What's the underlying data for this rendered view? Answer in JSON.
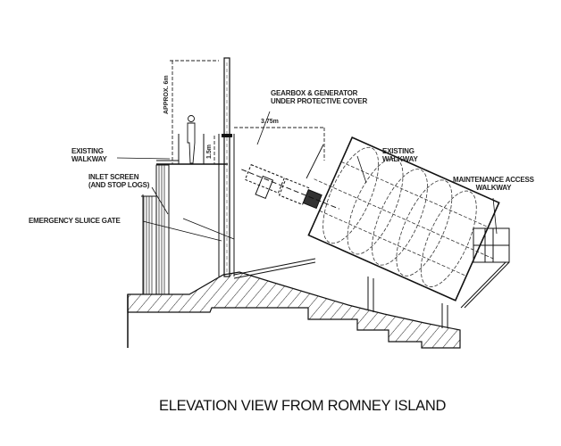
{
  "drawing": {
    "title": "ELEVATION VIEW FROM ROMNEY ISLAND",
    "labels": {
      "gearbox": [
        "GEARBOX & GENERATOR",
        "UNDER PROTECTIVE COVER"
      ],
      "existing_walkway_left": [
        "EXISTING",
        "WALKWAY"
      ],
      "inlet_screen": [
        "INLET SCREEN",
        "(AND STOP LOGS)"
      ],
      "sluice_gate": "EMERGENCY SLUICE GATE",
      "existing_walkway_right": [
        "EXISTING",
        "WALKWAY"
      ],
      "maintenance": [
        "MAINTENANCE ACCESS",
        "WALKWAY"
      ]
    },
    "dimensions": {
      "height": "APPROX. 6m",
      "railing": "1.5m",
      "span": "3.75m"
    }
  }
}
